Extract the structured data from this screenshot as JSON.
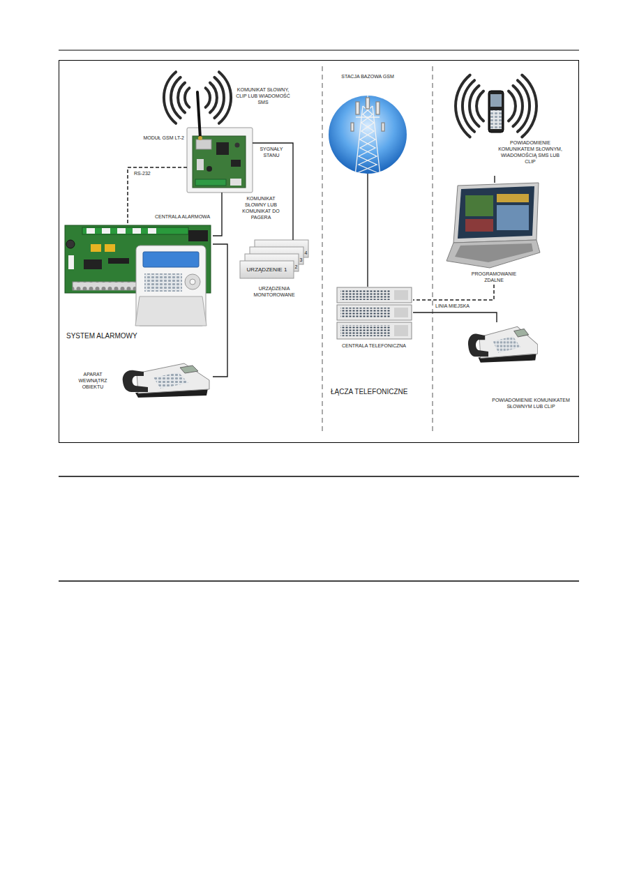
{
  "diagram": {
    "nodes": [
      {
        "text": [
          "MODUŁ GSM LT-2"
        ]
      },
      {
        "text": [
          "CENTRALA ALARMOWA",
          "SYSTEM ALARMOWY"
        ]
      },
      {
        "text": [
          "URZĄDZENIE 1",
          "2",
          "3",
          "4",
          "URZĄDZENIA MONITOROWANE"
        ]
      },
      {
        "text": [
          "APARAT WEWNĄTRZ OBIEKTU"
        ]
      },
      {
        "text": [
          "STACJA BAZOWA GSM"
        ]
      },
      {
        "text": [
          "CENTRALA TELEFONICZNA"
        ]
      },
      {
        "text": [
          "POWIADOMIENIE KOMUNIKATEM SŁOWNYM, WIADOMOŚCIĄ SMS LUB CLIP"
        ]
      },
      {
        "text": [
          "PROGRAMOWANIE ZDALNE"
        ]
      },
      {
        "text": [
          "POWIADOMIENIE KOMUNIKATEM SŁOWNYM LUB CLIP"
        ]
      }
    ],
    "edges": [
      {
        "from": 0,
        "to": 1,
        "label": "RS-232",
        "arrow": "none"
      },
      {
        "from": 0,
        "to": 1,
        "label": "KOMUNIKAT SŁOWNY LUB KOMUNIKAT DO PAGERA",
        "arrow": "none"
      },
      {
        "from": 0,
        "to": 2,
        "label": "SYGNAŁY STANU",
        "arrow": "none"
      },
      {
        "from": 1,
        "to": 3,
        "arrow": "none"
      },
      {
        "from": 4,
        "to": 5,
        "arrow": "none"
      },
      {
        "from": 7,
        "to": 5,
        "label": "LINIA MIEJSKA",
        "arrow": "none"
      },
      {
        "from": 5,
        "to": 8,
        "arrow": "none"
      },
      {
        "from": 6,
        "to": 7,
        "arrow": "none"
      }
    ],
    "labels": [
      "KOMUNIKAT SŁOWNY, CLIP LUB WIADOMOŚĆ SMS",
      "ŁĄCZA TELEFONICZNE"
    ]
  }
}
